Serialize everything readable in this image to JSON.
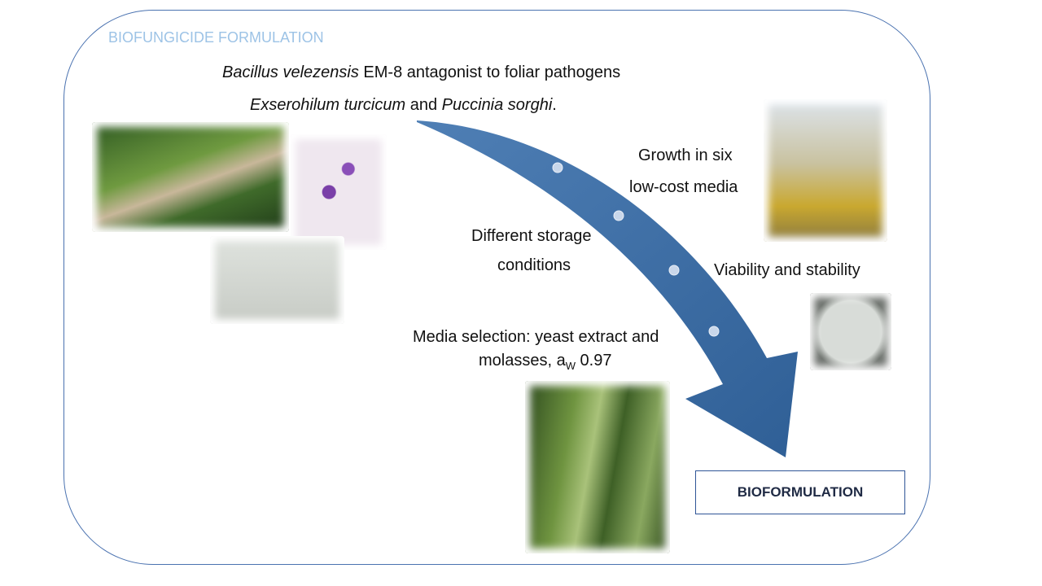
{
  "title": "BIOFUNGICIDE FORMULATION",
  "intro": {
    "line1_italic": "Bacillus velezensis",
    "line1_rest": " EM-8 antagonist to foliar pathogens",
    "line2_italic1": "Exserohilum turcicum",
    "line2_mid": " and ",
    "line2_italic2": "Puccinia sorghi",
    "line2_end": "."
  },
  "steps": {
    "growth_1": "Growth in six",
    "growth_2": "low-cost media",
    "storage_1": "Different storage",
    "storage_2": "conditions",
    "viability": "Viability and stability",
    "media_1": "Media selection: yeast extract and",
    "media_2a": "molasses, a",
    "media_sub": "W",
    "media_2b": " 0.97"
  },
  "result": "BIOFORMULATION",
  "colors": {
    "arrow": "#3a6aa0",
    "title": "#9dc3e6",
    "border": "#4a72b0"
  }
}
